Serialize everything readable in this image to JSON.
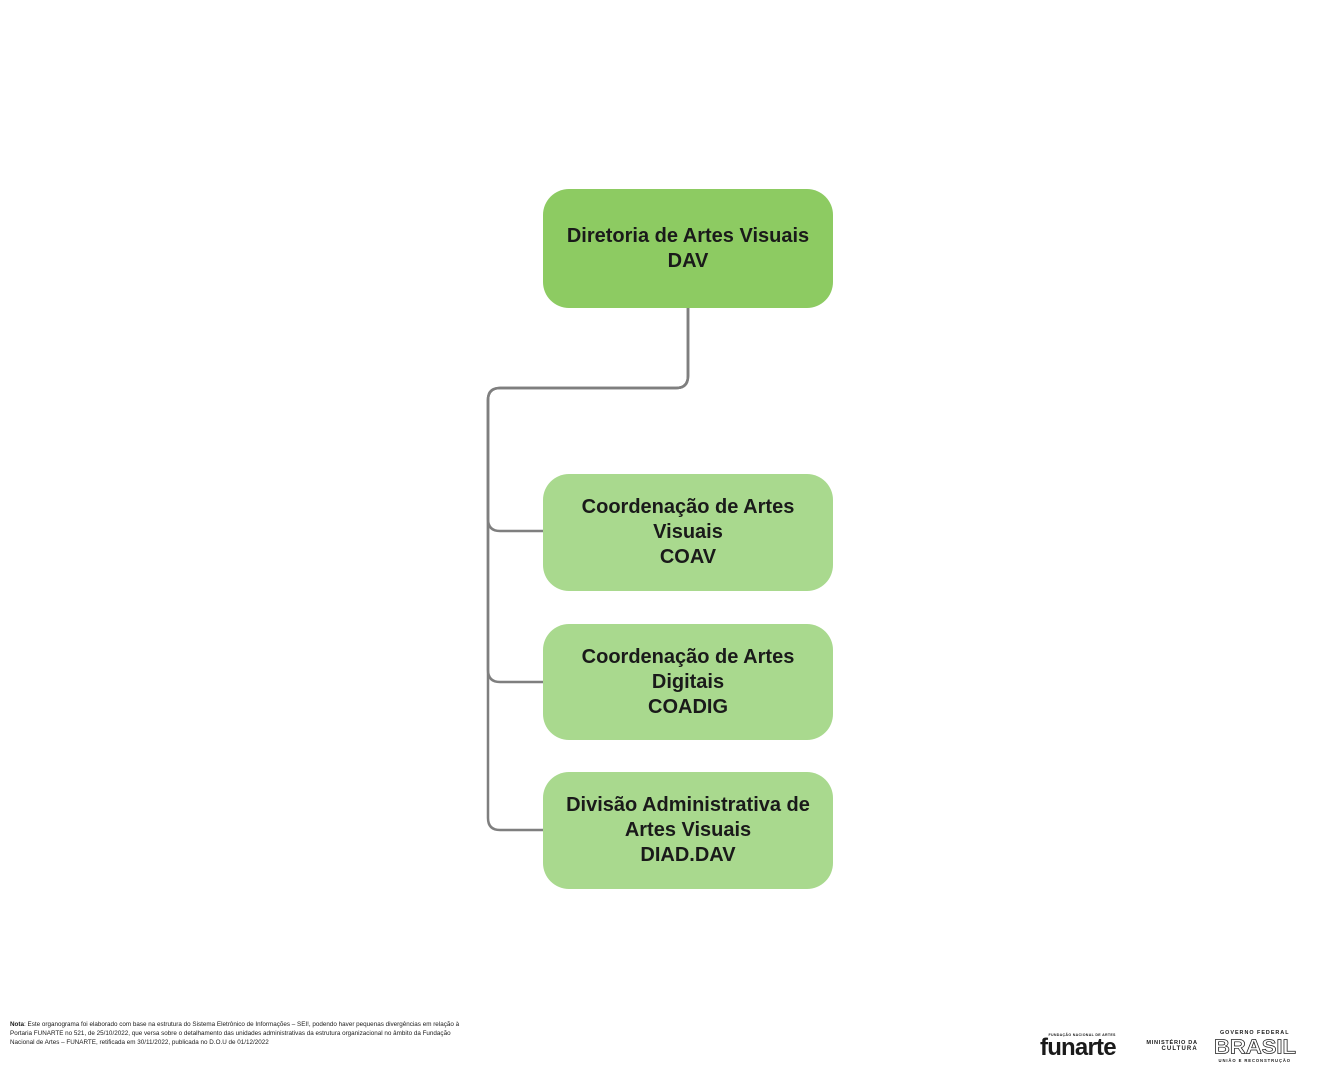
{
  "page": {
    "background": "#ffffff"
  },
  "org_chart": {
    "root": {
      "name": "Diretoria de Artes Visuais",
      "acronym": "DAV"
    },
    "children": [
      {
        "name": "Coordenação de Artes\nVisuais",
        "acronym": "COAV"
      },
      {
        "name": "Coordenação de Artes\nDigitais",
        "acronym": "COADIG"
      },
      {
        "name": "Divisão Administrativa de\nArtes Visuais",
        "acronym": "DIAD.DAV"
      }
    ],
    "colors": {
      "root_fill": "#8dcb62",
      "child_fill": "#a9d98e",
      "connector": "#7f7f7f",
      "text": "#1a1a1a"
    }
  },
  "footer": {
    "note_label": "Nota",
    "note_text": ": Este organograma foi elaborado com base na estrutura do Sistema Eletrônico de Informações – SEI!, podendo haver pequenas divergências em relação à Portaria FUNARTE no 521, de 25/10/2022, que versa sobre o detalhamento das unidades administrativas da estrutura organizacional no âmbito da Fundação Nacional de Artes – FUNARTE, retificada em 30/11/2022, publicada no D.O.U de 01/12/2022",
    "logos": {
      "funarte": {
        "top": "FUNDAÇÃO NACIONAL DE ARTES",
        "wordmark": "funarte"
      },
      "ministerio": {
        "line1": "MINISTÉRIO DA",
        "line2": "CULTURA"
      },
      "governo": {
        "top": "GOVERNO FEDERAL",
        "wordmark": "BRASIL",
        "bottom": "UNIÃO E RECONSTRUÇÃO"
      }
    }
  }
}
